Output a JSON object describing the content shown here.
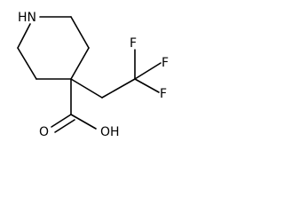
{
  "structure": {
    "atoms": {
      "nh": "HN",
      "f_top": "F",
      "f_right": "F",
      "f_bottom": "F",
      "o_carbonyl": "O",
      "oh": "OH"
    },
    "colors": {
      "bond": "#000000",
      "label": "#000000",
      "background": "#ffffff"
    }
  }
}
